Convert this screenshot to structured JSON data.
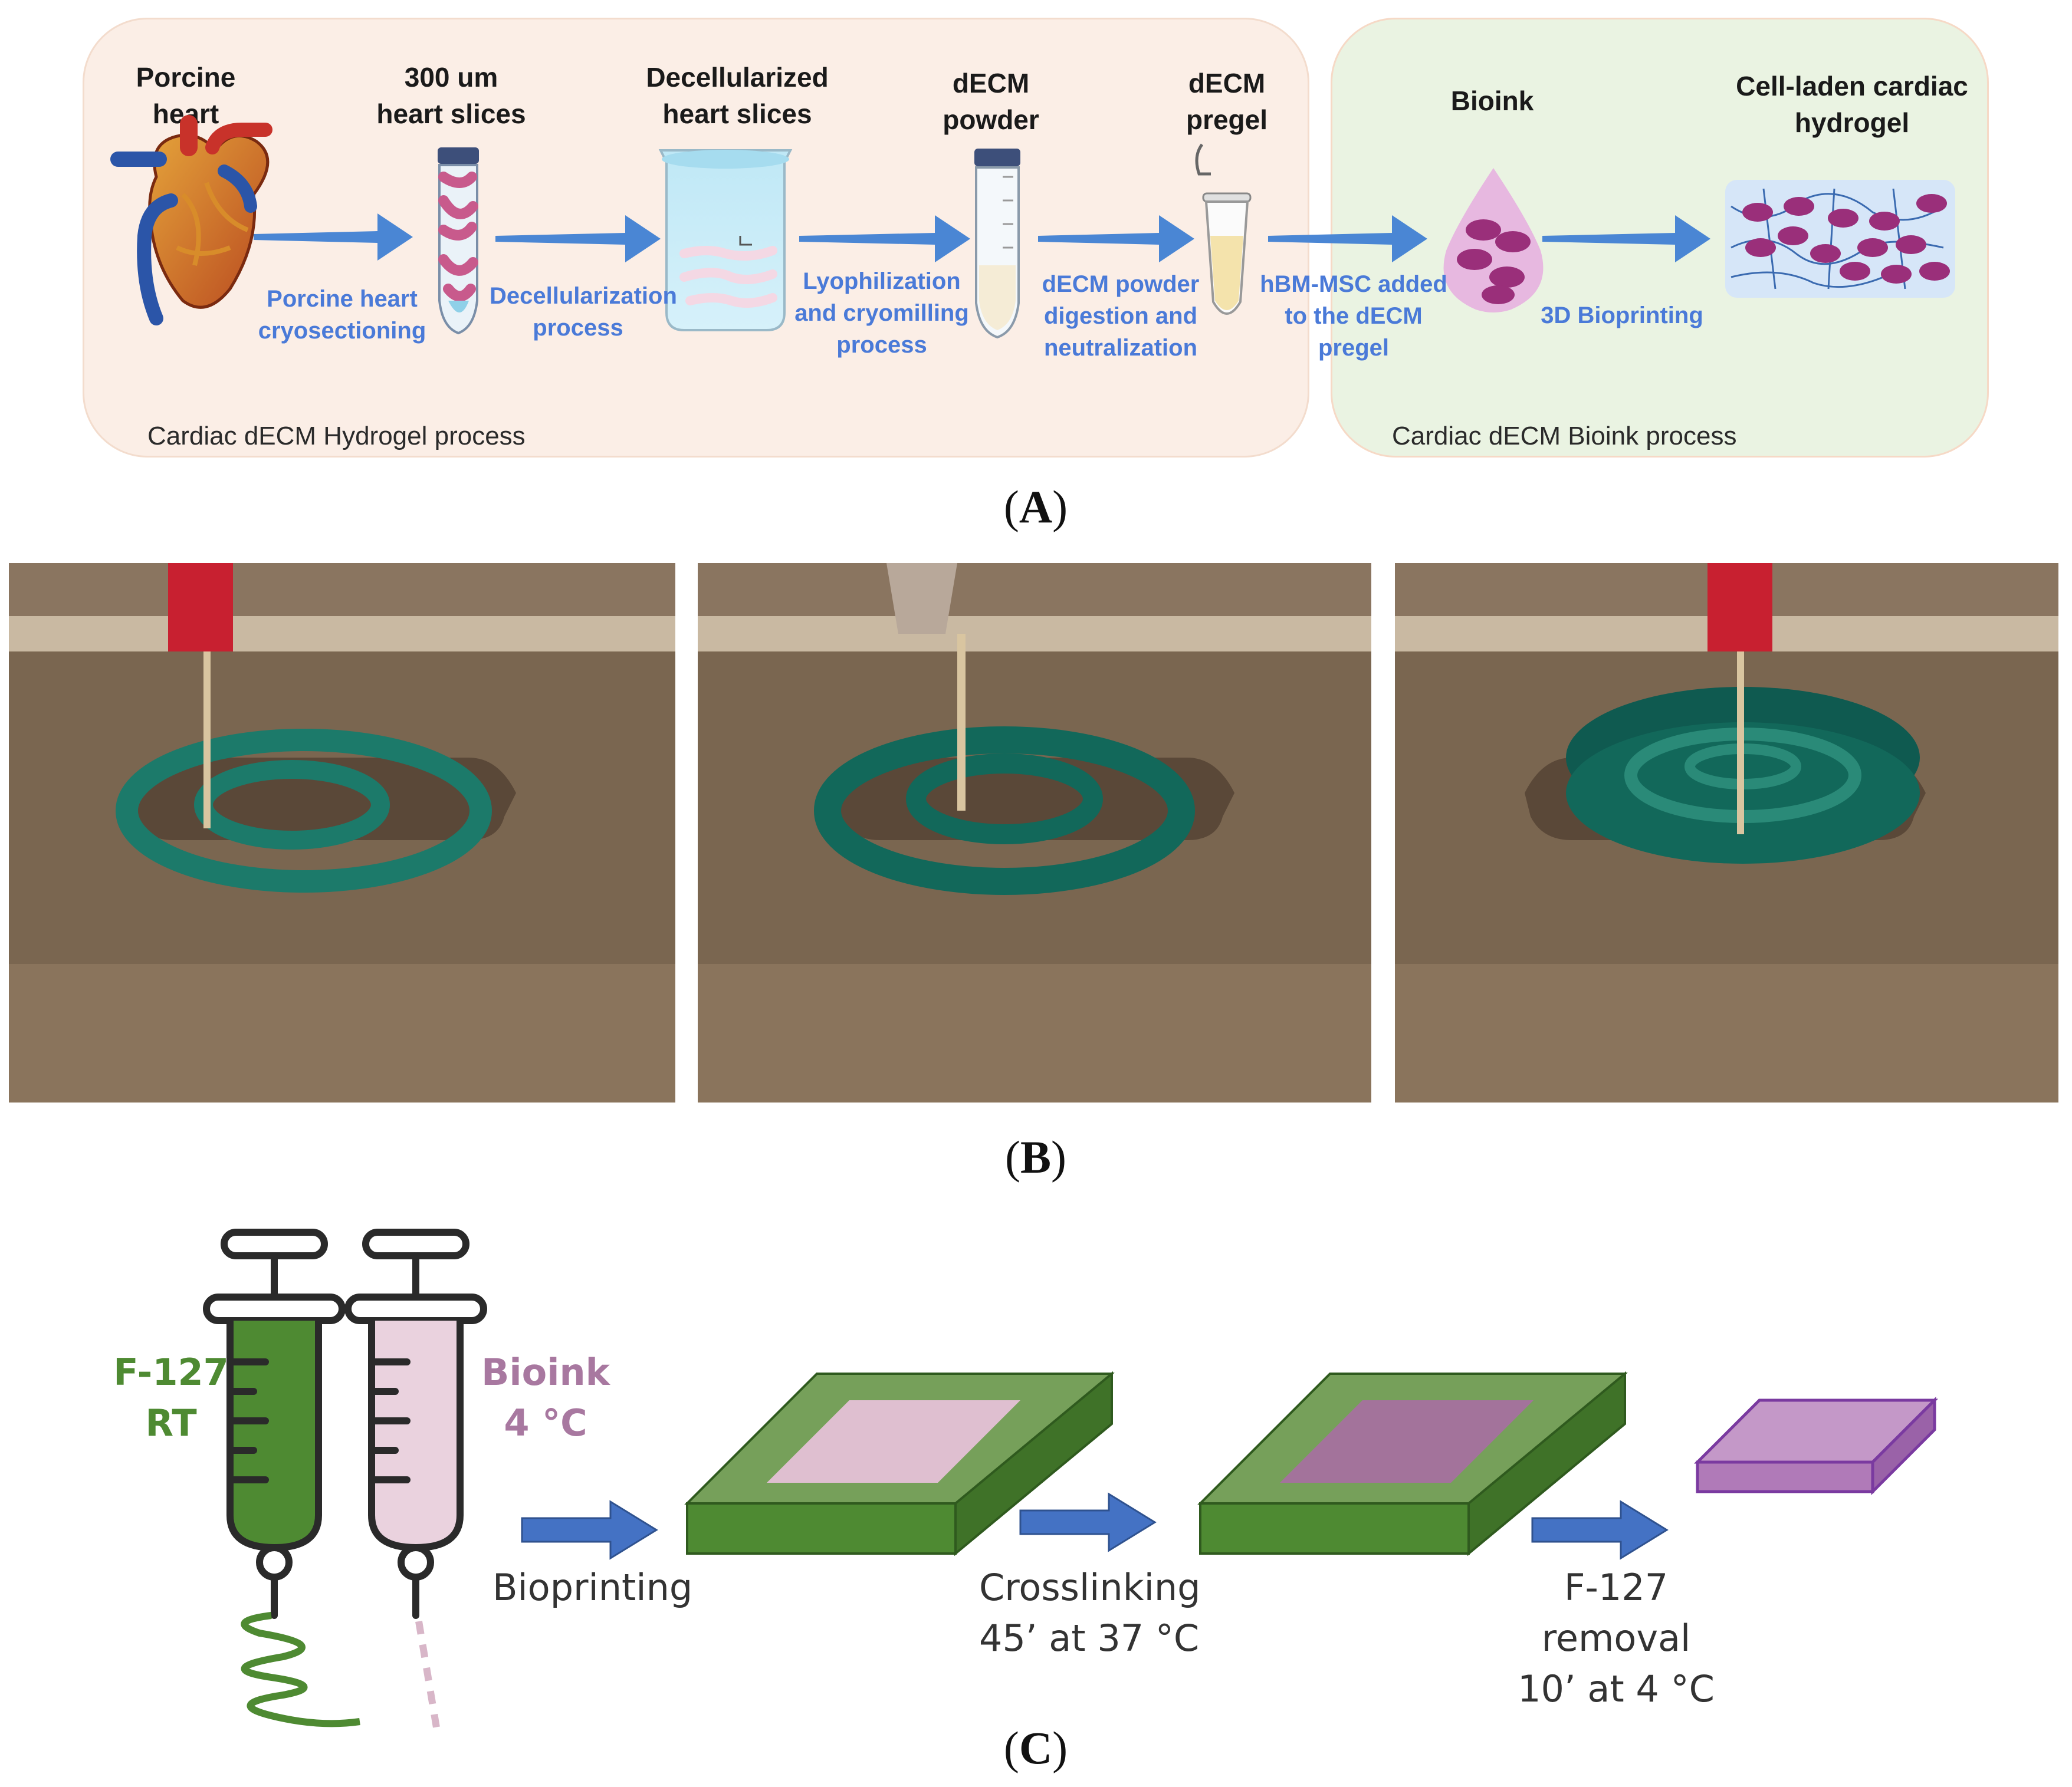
{
  "panel_a": {
    "steps": [
      {
        "title": "Porcine\nheart"
      },
      {
        "title": "300 um\nheart slices"
      },
      {
        "title": "Decellularized\nheart slices"
      },
      {
        "title": "dECM\npowder"
      },
      {
        "title": "dECM\npregel"
      },
      {
        "title": "Bioink"
      },
      {
        "title": "Cell-laden cardiac\nhydrogel"
      }
    ],
    "arrow_labels": [
      "Porcine heart\ncryosectioning",
      "Decellularization\nprocess",
      "Lyophilization\nand cryomilling\nprocess",
      "dECM powder\ndigestion and\nneutralization",
      "hBM-MSC added\nto the dECM\npregel",
      "3D Bioprinting"
    ],
    "hydrogel_process_label": "Cardiac dECM Hydrogel process",
    "bioink_process_label": "Cardiac dECM Bioink process",
    "caption": "A"
  },
  "panel_b": {
    "photos": [
      "photo-1",
      "photo-2",
      "photo-3"
    ],
    "caption": "B"
  },
  "panel_c": {
    "syringe_left": {
      "line1": "F-127",
      "line2": "RT"
    },
    "syringe_right": {
      "line1": "Bioink",
      "line2": "4 °C"
    },
    "step1": {
      "line1": "Bioprinting"
    },
    "step2": {
      "line1": "Crosslinking",
      "line2": "45’ at 37 °C"
    },
    "step3": {
      "line1": "F-127 removal",
      "line2": "10’ at 4 °C"
    },
    "caption": "C"
  },
  "colors": {
    "arrow_blue": "#4a86d4",
    "label_blue": "#4a7ad8",
    "f127_green": "#4e8a32",
    "bioink_pink": "#a878a0",
    "hydrogel_bg": "#fbeee6",
    "bioink_bg": "#eaf3e2"
  }
}
